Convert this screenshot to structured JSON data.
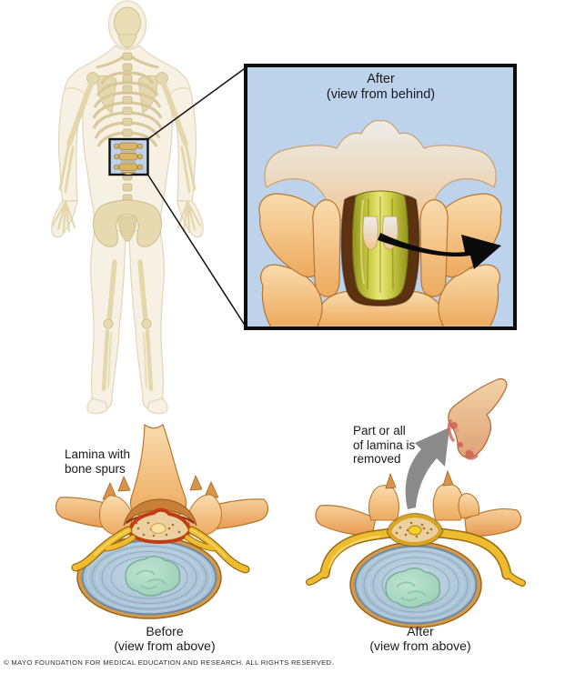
{
  "labels": {
    "inset_title": "After\n(view from behind)",
    "before_annotation": "Lamina with\nbone spurs",
    "after_annotation": "Part or all\nof lamina is\nremoved",
    "before_caption": "Before\n(view from above)",
    "after_caption": "After\n(view from above)",
    "copyright": "© MAYO FOUNDATION FOR MEDICAL EDUCATION AND RESEARCH. ALL RIGHTS RESERVED."
  },
  "colors": {
    "inset_bg": "#bdd3ec",
    "outline_black": "#111111",
    "arrow_black": "#0a0a0a",
    "arrow_gray": "#8b8b8b",
    "bone_light": "#f9dcae",
    "bone_mid": "#edaa5e",
    "bone_dark": "#b9762e",
    "skin": "#f7f1e3",
    "skeleton_bone": "#e5d9ab",
    "spinal_cord_yellow": "#d8da4e",
    "nerve_yellow": "#eebc2e",
    "disc_blue": "#a9c2d6",
    "nucleus_teal": "#abd9c4",
    "inflammation_red": "#d93c12",
    "canal_interior": "#ecd0a0",
    "text": "#1a1a1a"
  }
}
